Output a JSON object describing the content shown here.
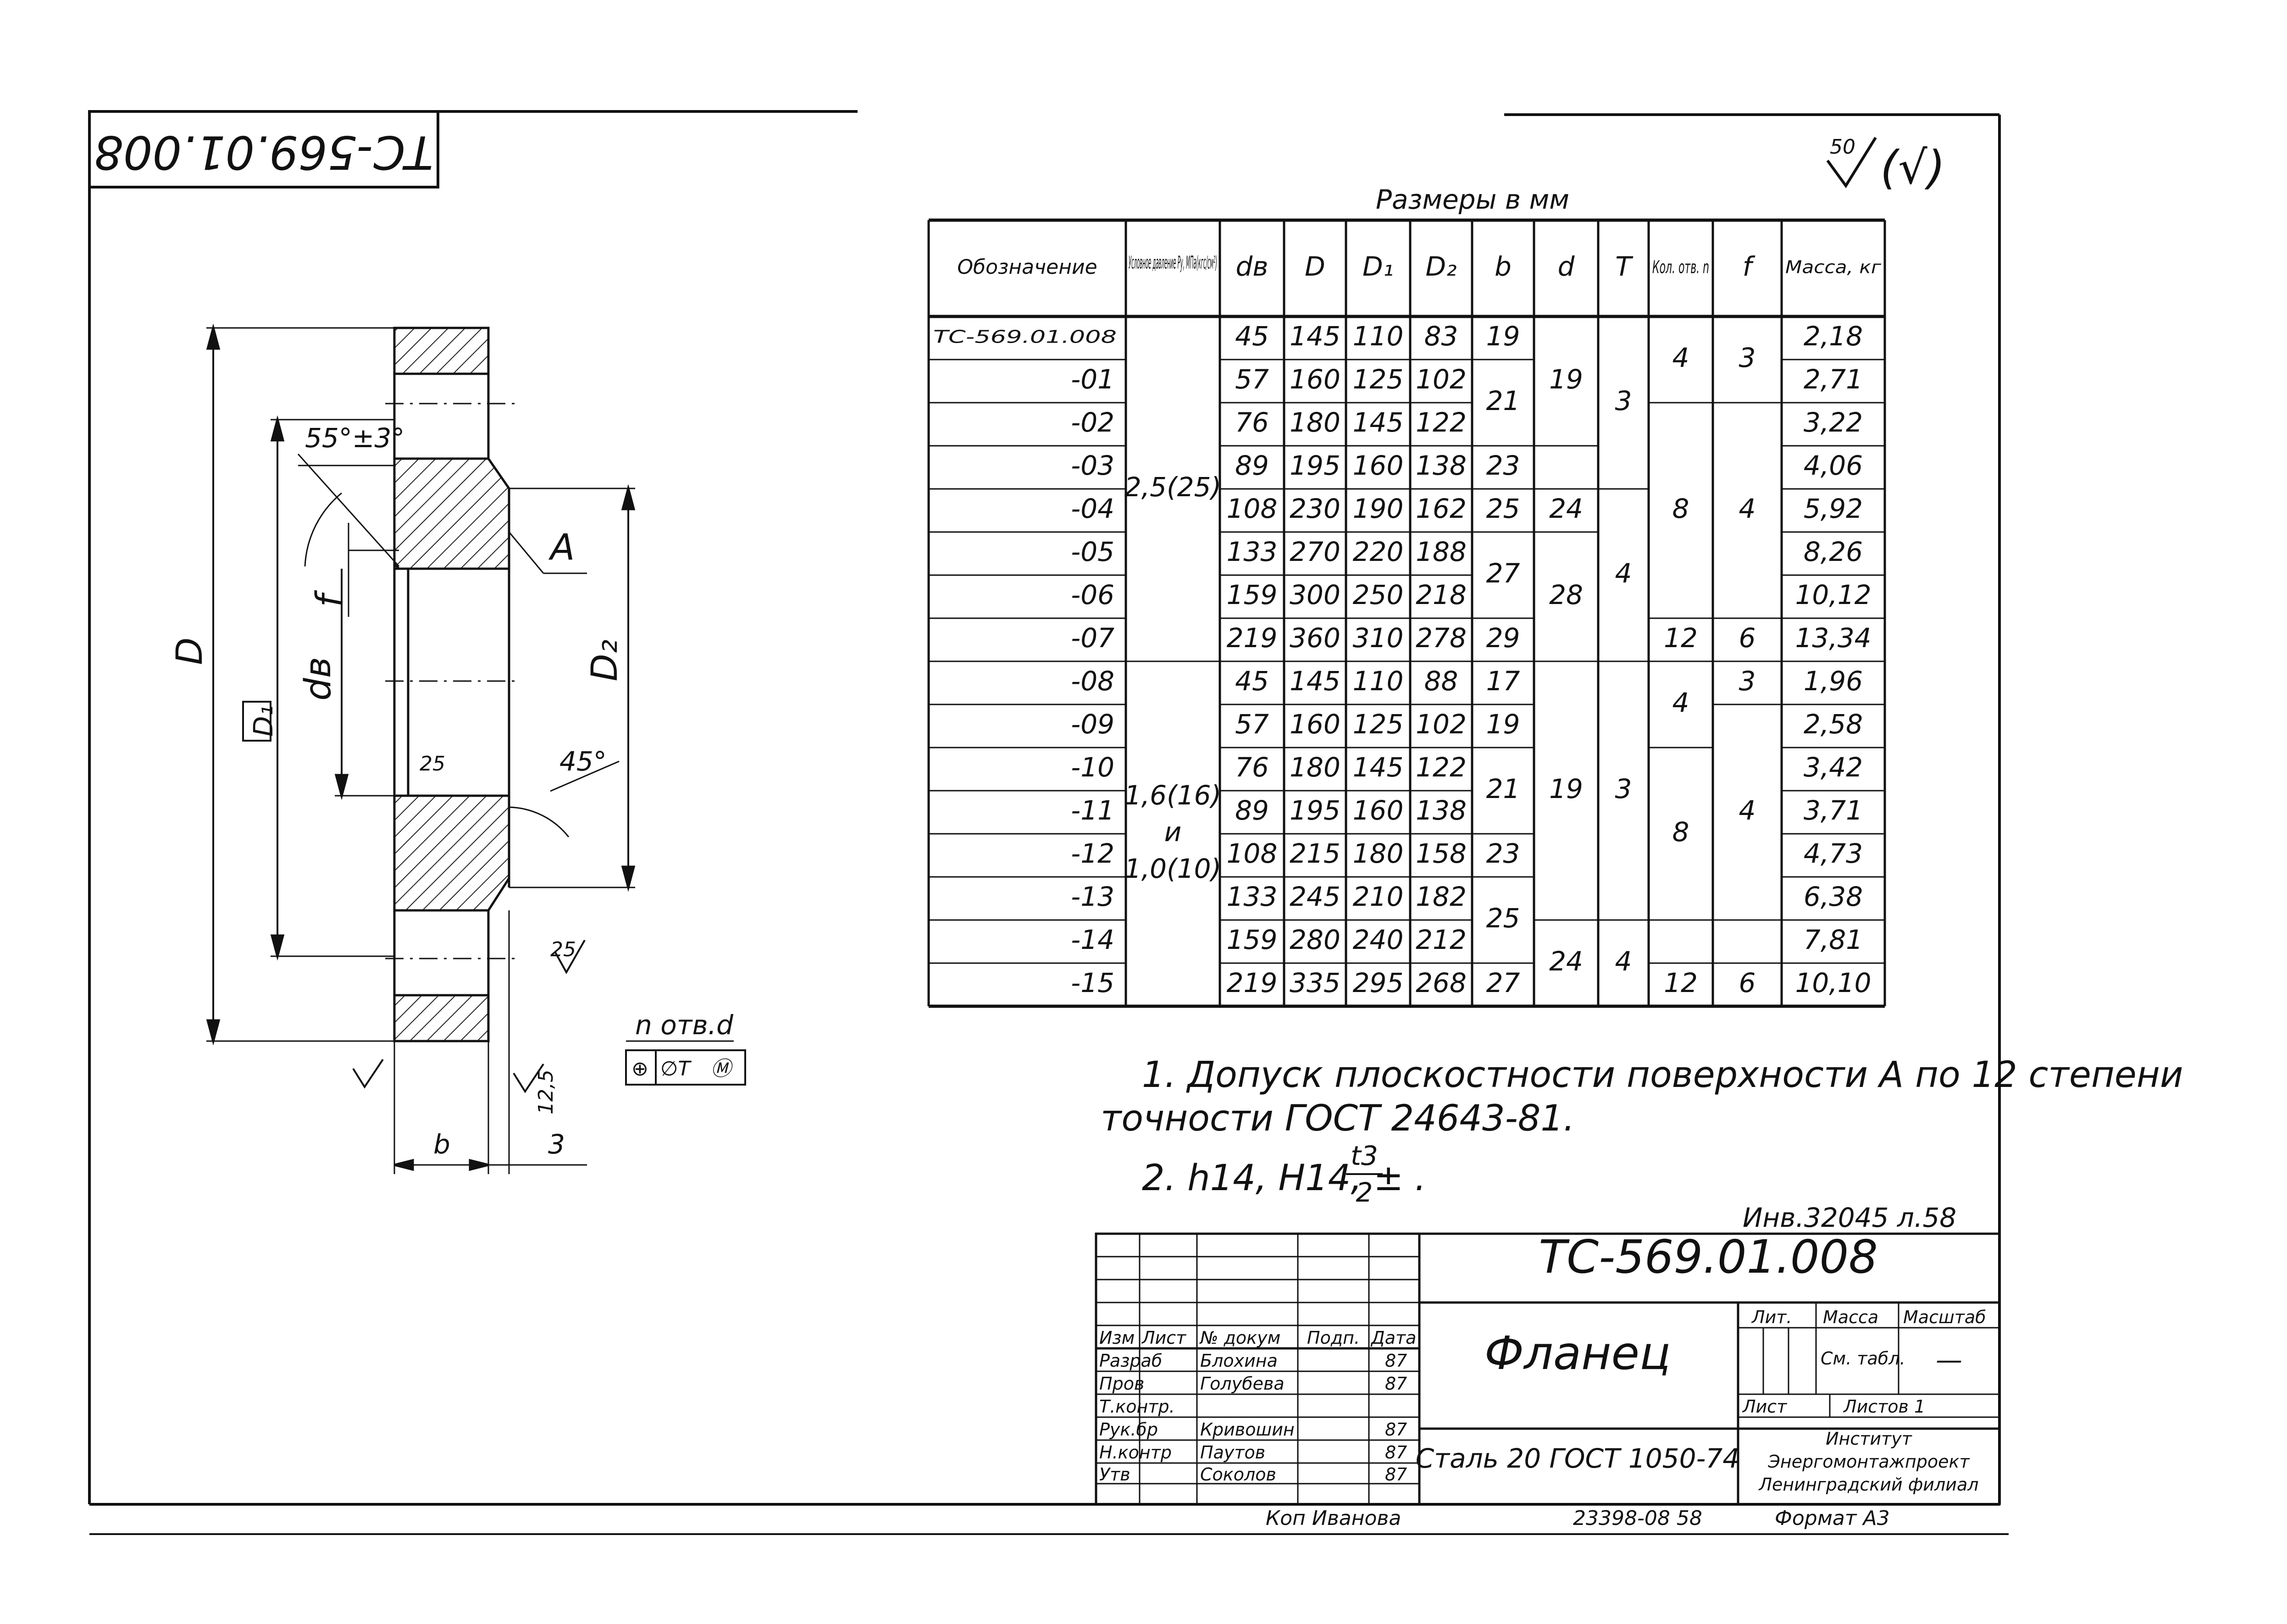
{
  "stamp_code": "ТС-569.01.008",
  "roughness": {
    "general": "50",
    "parenthetical": "(√)"
  },
  "sizes_note": "Размеры в мм",
  "table": {
    "headers": [
      "Обозначение",
      "Условное давление Ру, МПа(кгс/см²)",
      "dв",
      "D",
      "D₁",
      "D₂",
      "b",
      "d",
      "Т",
      "Кол. отв. n",
      "f",
      "Масса, кг"
    ],
    "rows": [
      [
        "ТС-569.01.008",
        "",
        "45",
        "145",
        "110",
        "83",
        "19",
        "",
        "",
        "",
        "",
        "2,18"
      ],
      [
        "-01",
        "",
        "57",
        "160",
        "125",
        "102",
        "",
        "",
        "",
        "",
        "",
        "2,71"
      ],
      [
        "-02",
        "",
        "76",
        "180",
        "145",
        "122",
        "",
        "",
        "",
        "",
        "",
        "3,22"
      ],
      [
        "-03",
        "",
        "89",
        "195",
        "160",
        "138",
        "23",
        "",
        "",
        "",
        "",
        "4,06"
      ],
      [
        "-04",
        "",
        "108",
        "230",
        "190",
        "162",
        "25",
        "24",
        "",
        "",
        "",
        "5,92"
      ],
      [
        "-05",
        "",
        "133",
        "270",
        "220",
        "188",
        "",
        "",
        "",
        "",
        "",
        "8,26"
      ],
      [
        "-06",
        "",
        "159",
        "300",
        "250",
        "218",
        "",
        "",
        "",
        "",
        "",
        "10,12"
      ],
      [
        "-07",
        "",
        "219",
        "360",
        "310",
        "278",
        "29",
        "",
        "",
        "12",
        "6",
        "13,34"
      ],
      [
        "-08",
        "",
        "45",
        "145",
        "110",
        "88",
        "17",
        "",
        "",
        "",
        "",
        "1,96"
      ],
      [
        "-09",
        "",
        "57",
        "160",
        "125",
        "102",
        "19",
        "",
        "",
        "",
        "",
        "2,58"
      ],
      [
        "-10",
        "",
        "76",
        "180",
        "145",
        "122",
        "",
        "",
        "",
        "",
        "",
        "3,42"
      ],
      [
        "-11",
        "",
        "89",
        "195",
        "160",
        "138",
        "",
        "",
        "",
        "",
        "",
        "3,71"
      ],
      [
        "-12",
        "",
        "108",
        "215",
        "180",
        "158",
        "23",
        "",
        "",
        "",
        "",
        "4,73"
      ],
      [
        "-13",
        "",
        "133",
        "245",
        "210",
        "182",
        "",
        "",
        "",
        "",
        "",
        "6,38"
      ],
      [
        "-14",
        "",
        "159",
        "280",
        "240",
        "212",
        "",
        "",
        "",
        "",
        "",
        "7,81"
      ],
      [
        "-15",
        "",
        "219",
        "335",
        "295",
        "268",
        "27",
        "",
        "",
        "12",
        "6",
        "10,10"
      ]
    ],
    "merged": {
      "pressure_a": "2,5(25)",
      "pressure_b_lines": [
        "1,6(16)",
        "и",
        "1,0(10)"
      ],
      "b_21_a": "21",
      "b_27": "27",
      "b_21_b": "21",
      "b_25": "25",
      "d_19_a": "19",
      "d_28": "28",
      "d_19_b": "19",
      "d_24_b": "24",
      "T_3_a": "3",
      "T_4_a": "4",
      "T_3_b": "3",
      "T_4_b": "4",
      "n_4_a": "4",
      "n_8_a": "8",
      "n_4_b": "4",
      "n_8_b": "8",
      "f_3_a": "3",
      "f_4_a": "4",
      "f_3_b": "3",
      "f_4_b": "4"
    }
  },
  "notes": {
    "note1_line1": "1. Допуск плоскостности поверхности А по 12 степени",
    "note1_line2": "точности ГОСТ 24643-81.",
    "note2_prefix": "2. h14, H14, ±",
    "note2_num": "t3",
    "note2_den": "2",
    "note2_suffix": "."
  },
  "drawing_labels": {
    "D": "D",
    "D1": "D₁",
    "D2": "D₂",
    "dv": "dв",
    "f": "f",
    "A": "A",
    "angle": "55°±3°",
    "chamfer": "45°",
    "rough25_a": "25",
    "rough25_b": "25",
    "rough125": "12,5",
    "b": "b",
    "three": "3",
    "holes": "n отв.d",
    "tolerance_frame": [
      "⊕",
      "∅Т",
      "Ⓜ"
    ]
  },
  "archive_no": "Инв.32045 л.58",
  "title_block": {
    "code": "ТС-569.01.008",
    "name": "Фланец",
    "material": "Сталь 20 ГОСТ 1050-74",
    "col_headers": [
      "Изм",
      "Лист",
      "№ докум",
      "Подп.",
      "Дата"
    ],
    "staff": [
      [
        "Разраб",
        "Блохина",
        "87"
      ],
      [
        "Пров",
        "Голубева",
        "87"
      ],
      [
        "Т.контр.",
        "",
        ""
      ],
      [
        "Рук.бр",
        "Кривошин",
        "87"
      ],
      [
        "Н.контр",
        "Паутов",
        "87"
      ],
      [
        "Утв",
        "Соколов",
        "87"
      ]
    ],
    "lit_label": "Лит.",
    "mass_label": "Масса",
    "scale_label": "Масштаб",
    "mass_value": "См. табл.",
    "scale_value": "—",
    "sheet_label": "Лист",
    "sheets_label": "Листов 1",
    "org": [
      "Институт",
      "Энергомонтажпроект",
      "Ленинградский филиал"
    ]
  },
  "footer": {
    "copied": "Коп Иванова",
    "number": "23398-08 58",
    "format": "Формат А3"
  }
}
